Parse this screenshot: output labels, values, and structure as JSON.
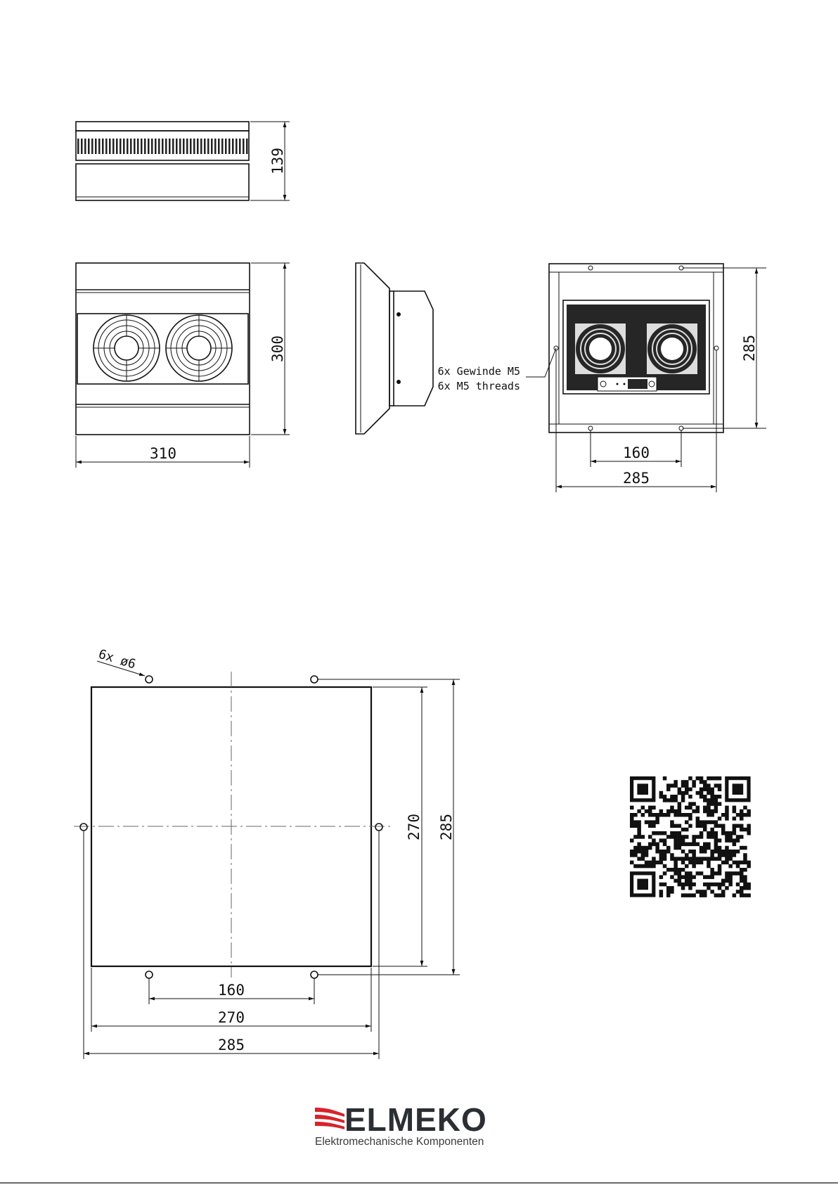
{
  "top_view": {
    "height_dim": "139"
  },
  "front_view": {
    "height_dim": "300",
    "width_dim": "310"
  },
  "rear_view": {
    "height_dim": "285",
    "hole_spacing_dim": "160",
    "width_dim": "285",
    "thread_note_de": "6x Gewinde M5",
    "thread_note_en": "6x M5 threads"
  },
  "cutout": {
    "hole_note": "6x ø6",
    "inner_height_dim": "270",
    "outer_height_dim": "285",
    "hole_spacing_dim": "160",
    "inner_width_dim": "270",
    "outer_width_dim": "285"
  },
  "logo": {
    "name": "ELMEKO",
    "tagline": "Elektromechanische Komponenten",
    "accent_color": "#d7232b"
  }
}
